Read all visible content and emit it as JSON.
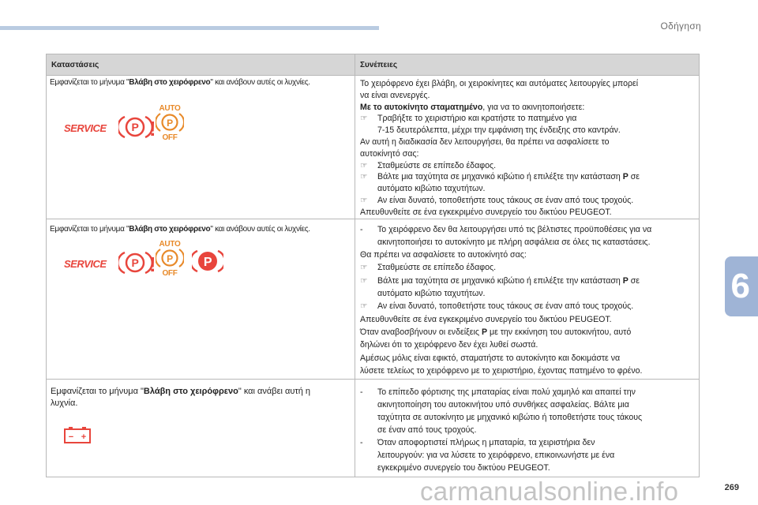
{
  "header": {
    "section_title": "Οδήγηση"
  },
  "chapter": {
    "number": "6"
  },
  "footer": {
    "page_number": "269",
    "watermark": "carmanualsonline.info"
  },
  "table": {
    "col_left_header": "Καταστάσεις",
    "col_right_header": "Συνέπειες",
    "rows": [
      {
        "left": {
          "prefix": "Εμφανίζεται το μήνυμα \"",
          "bold": "Βλάβη στο χειρόφρενο",
          "suffix": "\" και ανάβουν αυτές οι λυχνίες."
        },
        "icons": {
          "service": "SERVICE",
          "auto_top": "AUTO",
          "auto_bottom": "OFF",
          "p_letter": "P",
          "exclam": "!"
        },
        "right": {
          "l1": "Το χειρόφρενο έχει βλάβη, οι χειροκίνητες και αυτόματες λειτουργίες μπορεί",
          "l2": "να είναι ανενεργές.",
          "l3_bold": "Με το αυτοκίνητο σταματημένο",
          "l3_rest": ", για να το ακινητοποιήσετε:",
          "b1a": "Τραβήξτε το χειριστήριο και κρατήστε το πατημένο για",
          "b1b": "7-15 δευτερόλεπτα, μέχρι την εμφάνιση της ένδειξης στο καντράν.",
          "l4": "Αν αυτή η διαδικασία δεν λειτουργήσει, θα πρέπει να ασφαλίσετε το",
          "l5": "αυτοκίνητό σας:",
          "b2": "Σταθμεύστε σε επίπεδο έδαφος.",
          "b3a_pre": "Βάλτε μια ταχύτητα σε μηχανικό κιβώτιο ή επιλέξτε την κατάσταση ",
          "b3a_bold": "P",
          "b3a_post": " σε",
          "b3b": "αυτόματο κιβώτιο ταχυτήτων.",
          "b4": "Αν είναι δυνατό, τοποθετήστε τους τάκους σε έναν από τους τροχούς.",
          "l6": "Απευθυνθείτε σε ένα εγκεκριμένο συνεργείο του δικτύου PEUGEOT."
        }
      },
      {
        "left": {
          "prefix": "Εμφανίζεται το μήνυμα \"",
          "bold": "Βλάβη στο χειρόφρενο",
          "suffix": "\" και ανάβουν αυτές οι λυχνίες."
        },
        "icons": {
          "service": "SERVICE",
          "auto_top": "AUTO",
          "auto_bottom": "OFF",
          "p_letter": "P",
          "exclam": "!",
          "p_red": "P"
        },
        "right": {
          "d1a": "Το χειρόφρενο δεν θα λειτουργήσει υπό τις βέλτιστες προϋποθέσεις για να",
          "d1b": "ακινητοποιήσει το αυτοκίνητο με πλήρη ασφάλεια σε όλες τις καταστάσεις.",
          "l1": "Θα πρέπει να ασφαλίσετε το αυτοκίνητό σας:",
          "b1": "Σταθμεύστε σε επίπεδο έδαφος.",
          "b2a_pre": "Βάλτε μια ταχύτητα σε μηχανικό κιβώτιο ή επιλέξτε την κατάσταση ",
          "b2a_bold": "P",
          "b2a_post": " σε",
          "b2b": "αυτόματο κιβώτιο ταχυτήτων.",
          "b3": "Αν είναι δυνατό, τοποθετήστε τους τάκους σε έναν από τους τροχούς.",
          "l2": "Απευθυνθείτε σε ένα εγκεκριμένο συνεργείο του δικτύου PEUGEOT.",
          "l3_pre": "Όταν αναβοσβήνουν οι ενδείξεις ",
          "l3_bold": "P",
          "l3_post": " με την εκκίνηση του αυτοκινήτου, αυτό",
          "l4": "δηλώνει ότι το χειρόφρενο δεν έχει λυθεί σωστά.",
          "l5": "Αμέσως μόλις είναι εφικτό, σταματήστε το αυτοκίνητο και δοκιμάστε να",
          "l6": "λύσετε τελείως το χειρόφρενο με το χειριστήριο, έχοντας πατημένο το φρένο."
        }
      },
      {
        "left": {
          "prefix": "Εμφανίζεται το μήνυμα \"",
          "bold": "Βλάβη στο χειρόφρενο",
          "suffix": "\" και ανάβει αυτή η",
          "line2": "λυχνία."
        },
        "icons": {
          "battery_minus": "−",
          "battery_plus": "+"
        },
        "right": {
          "d1a": "Το επίπεδο φόρτισης της μπαταρίας είναι πολύ χαμηλό και απαιτεί την",
          "d1b": "ακινητοποίηση του αυτοκινήτου υπό συνθήκες ασφαλείας. Βάλτε μια",
          "d1c": "ταχύτητα σε αυτοκίνητο με μηχανικό κιβώτιο ή τοποθετήστε τους τάκους",
          "d1d": "σε έναν από τους τροχούς.",
          "d2a": "Όταν αποφορτιστεί πλήρως η μπαταρία, τα χειριστήρια δεν",
          "d2b": "λειτουργούν: για να λύσετε το χειρόφρενο, επικοινωνήστε με ένα",
          "d2c": "εγκεκριμένο συνεργείο του δικτύου PEUGEOT."
        }
      }
    ]
  },
  "colors": {
    "warning_red": "#e8453c",
    "auto_orange": "#e88a2a",
    "header_bg": "#d6d6d6",
    "accent_blue": "#9fb4d6"
  }
}
